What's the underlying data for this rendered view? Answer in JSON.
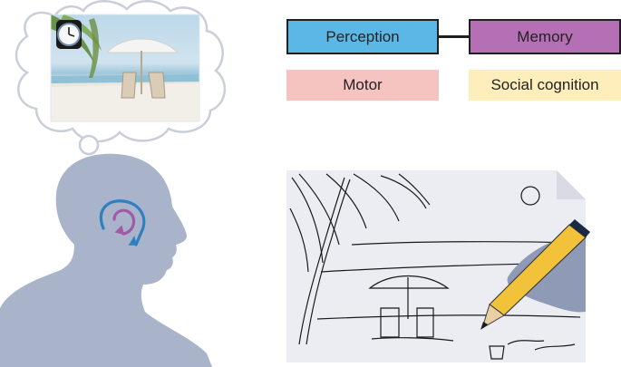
{
  "colors": {
    "perception": "#5bb8e6",
    "memory": "#b56fb5",
    "motor": "#f6c4c0",
    "social": "#fdeebb",
    "silhouette": "#a9b3c9",
    "sketch_paper": "#ebedf3",
    "hand": "#8f9ab6",
    "arrow_blue": "#2f7fc1",
    "arrow_purple": "#a05aa6"
  },
  "boxes": {
    "perception": "Perception",
    "memory": "Memory",
    "motor": "Motor",
    "social": "Social cognition"
  },
  "icons": [
    "clock-icon",
    "cycle-arrows-icon",
    "pencil-icon"
  ]
}
